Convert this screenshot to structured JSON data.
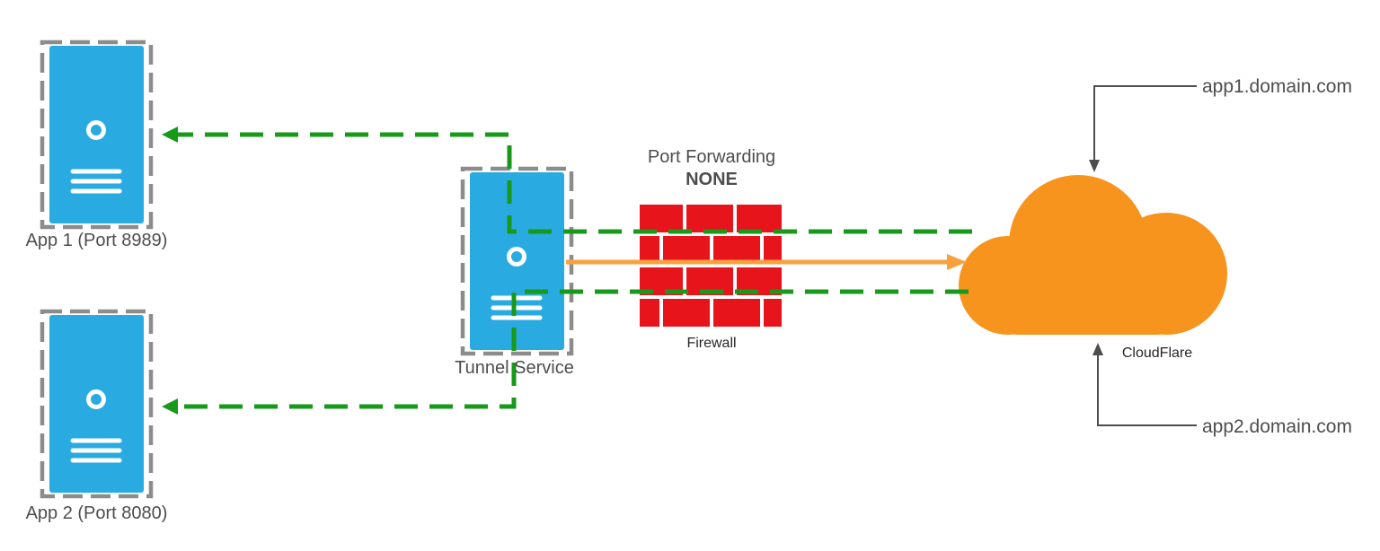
{
  "colors": {
    "server-blue": "#29ABE2",
    "brick-red": "#E8141C",
    "cloud-orange": "#F7941E",
    "arrow-orange": "#F9A13F",
    "line-green": "#18991B",
    "border-gray": "#8C8C8C",
    "connector-gray": "#4D4D4D",
    "text-dark": "#4D4D4D"
  },
  "icons": [
    "server-icon",
    "firewall-brick-wall-icon",
    "cloud-icon",
    "dashed-arrow",
    "solid-arrow"
  ],
  "nodes": {
    "app1": {
      "label": "App 1 (Port 8989)"
    },
    "app2": {
      "label": "App 2 (Port 8080)"
    },
    "tunnel": {
      "label": "Tunnel Service"
    },
    "firewall": {
      "heading": "Port Forwarding",
      "mode": "NONE",
      "label": "Firewall"
    },
    "cloud": {
      "label": "CloudFlare"
    },
    "domain1": {
      "label": "app1.domain.com"
    },
    "domain2": {
      "label": "app2.domain.com"
    }
  }
}
